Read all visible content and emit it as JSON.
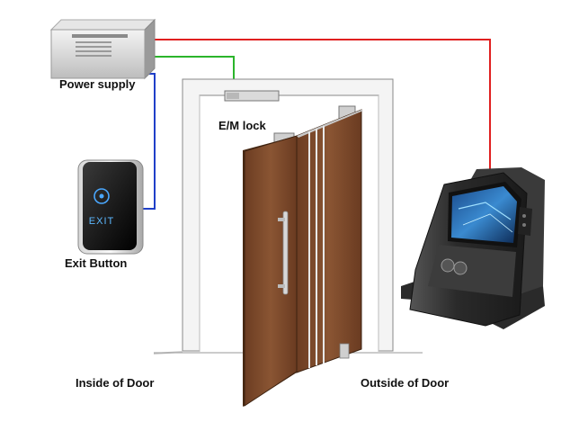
{
  "labels": {
    "power_supply": "Power supply",
    "em_lock": "E/M lock",
    "exit_button": "Exit Button",
    "inside_door": "Inside of Door",
    "outside_door": "Outside of Door",
    "exit_text": "EXIT"
  },
  "colors": {
    "door_wood": "#7a4a2a",
    "wire_red": "#e02020",
    "wire_green": "#2bb52b",
    "wire_blue": "#1f3fc8",
    "frame": "#f2f2f2",
    "device_body": "#2e2e2e"
  }
}
